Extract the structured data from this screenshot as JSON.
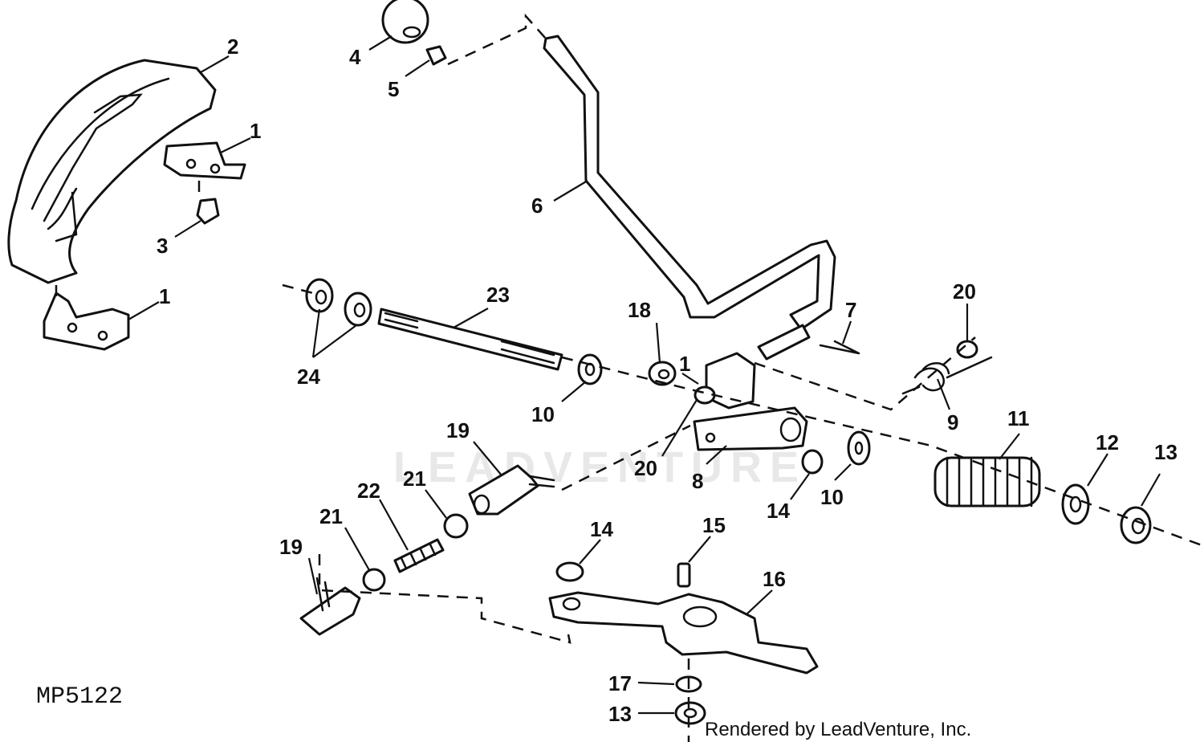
{
  "diagram": {
    "code": "MP5122",
    "credit": "Rendered by LeadVenture, Inc.",
    "watermark": "LEADVENTURE",
    "callouts": [
      {
        "id": "c1a",
        "label": "1"
      },
      {
        "id": "c2",
        "label": "2"
      },
      {
        "id": "c1b",
        "label": "1"
      },
      {
        "id": "c3",
        "label": "3"
      },
      {
        "id": "c4",
        "label": "4"
      },
      {
        "id": "c5",
        "label": "5"
      },
      {
        "id": "c6",
        "label": "6"
      },
      {
        "id": "c23",
        "label": "23"
      },
      {
        "id": "c24",
        "label": "24"
      },
      {
        "id": "c10a",
        "label": "10"
      },
      {
        "id": "c18",
        "label": "18"
      },
      {
        "id": "c1c",
        "label": "1"
      },
      {
        "id": "c7",
        "label": "7"
      },
      {
        "id": "c20a",
        "label": "20"
      },
      {
        "id": "c9",
        "label": "9"
      },
      {
        "id": "c11",
        "label": "11"
      },
      {
        "id": "c12",
        "label": "12"
      },
      {
        "id": "c13a",
        "label": "13"
      },
      {
        "id": "c19a",
        "label": "19"
      },
      {
        "id": "c20b",
        "label": "20"
      },
      {
        "id": "c8",
        "label": "8"
      },
      {
        "id": "c14a",
        "label": "14"
      },
      {
        "id": "c10b",
        "label": "10"
      },
      {
        "id": "c21a",
        "label": "21"
      },
      {
        "id": "c22",
        "label": "22"
      },
      {
        "id": "c21b",
        "label": "21"
      },
      {
        "id": "c19b",
        "label": "19"
      },
      {
        "id": "c14b",
        "label": "14"
      },
      {
        "id": "c15",
        "label": "15"
      },
      {
        "id": "c16",
        "label": "16"
      },
      {
        "id": "c17",
        "label": "17"
      },
      {
        "id": "c13b",
        "label": "13"
      }
    ]
  }
}
